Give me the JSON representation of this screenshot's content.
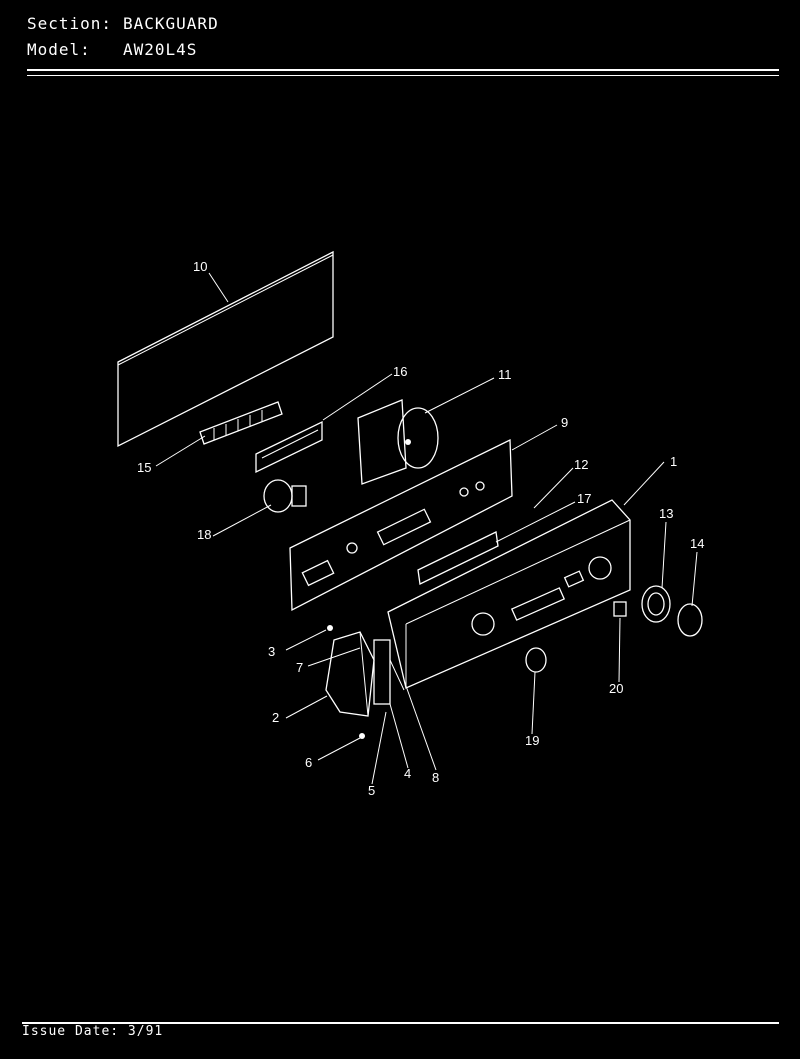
{
  "header": {
    "section_key": "Section:",
    "section_value": "BACKGUARD",
    "model_key": "Model:",
    "model_value": "AW20L4S"
  },
  "footer": {
    "issue_date": "Issue Date: 3/91"
  },
  "callouts": [
    "1",
    "2",
    "3",
    "4",
    "5",
    "6",
    "7",
    "8",
    "9",
    "10",
    "11",
    "12",
    "13",
    "14",
    "15",
    "16",
    "17",
    "18",
    "19",
    "20"
  ]
}
